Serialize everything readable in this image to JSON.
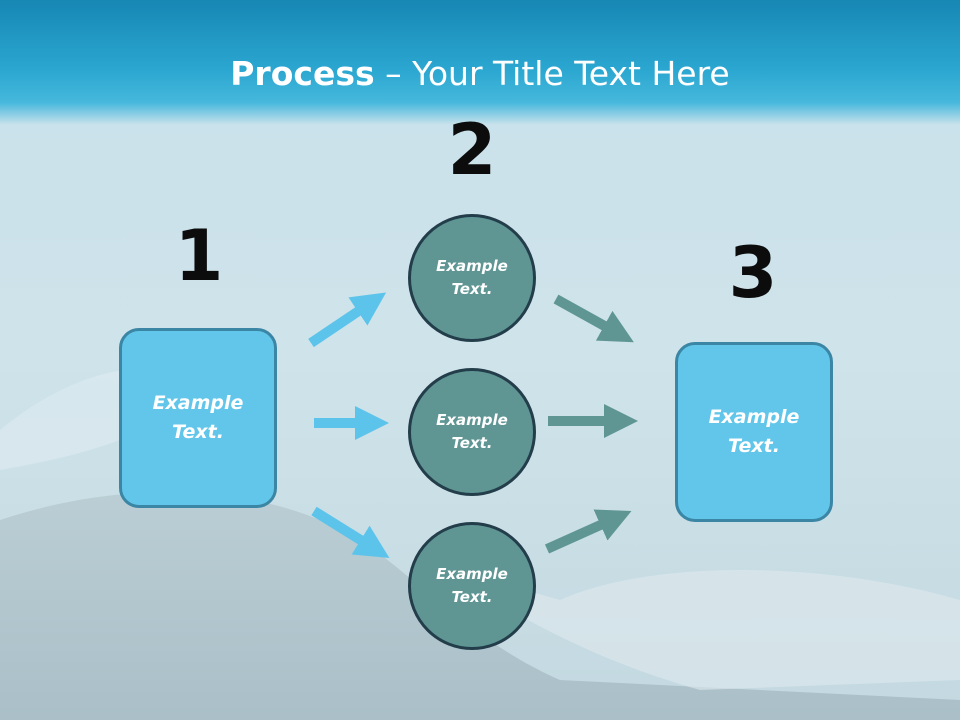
{
  "title": {
    "bold": "Process",
    "rest": " – Your Title Text Here"
  },
  "steps": {
    "one": "1",
    "two": "2",
    "three": "3"
  },
  "left_box": {
    "line1": "Example",
    "line2": "Text."
  },
  "right_box": {
    "line1": "Example",
    "line2": "Text."
  },
  "circles": [
    {
      "line1": "Example",
      "line2": "Text."
    },
    {
      "line1": "Example",
      "line2": "Text."
    },
    {
      "line1": "Example",
      "line2": "Text."
    }
  ],
  "colors": {
    "title_band": "#2aa6d0",
    "box_fill": "#62c6ea",
    "box_border": "#3b86a5",
    "circle_fill": "#5f9694",
    "circle_border": "#233e4a",
    "arrow_blue": "#5cc4ea",
    "arrow_teal": "#5f9694"
  }
}
